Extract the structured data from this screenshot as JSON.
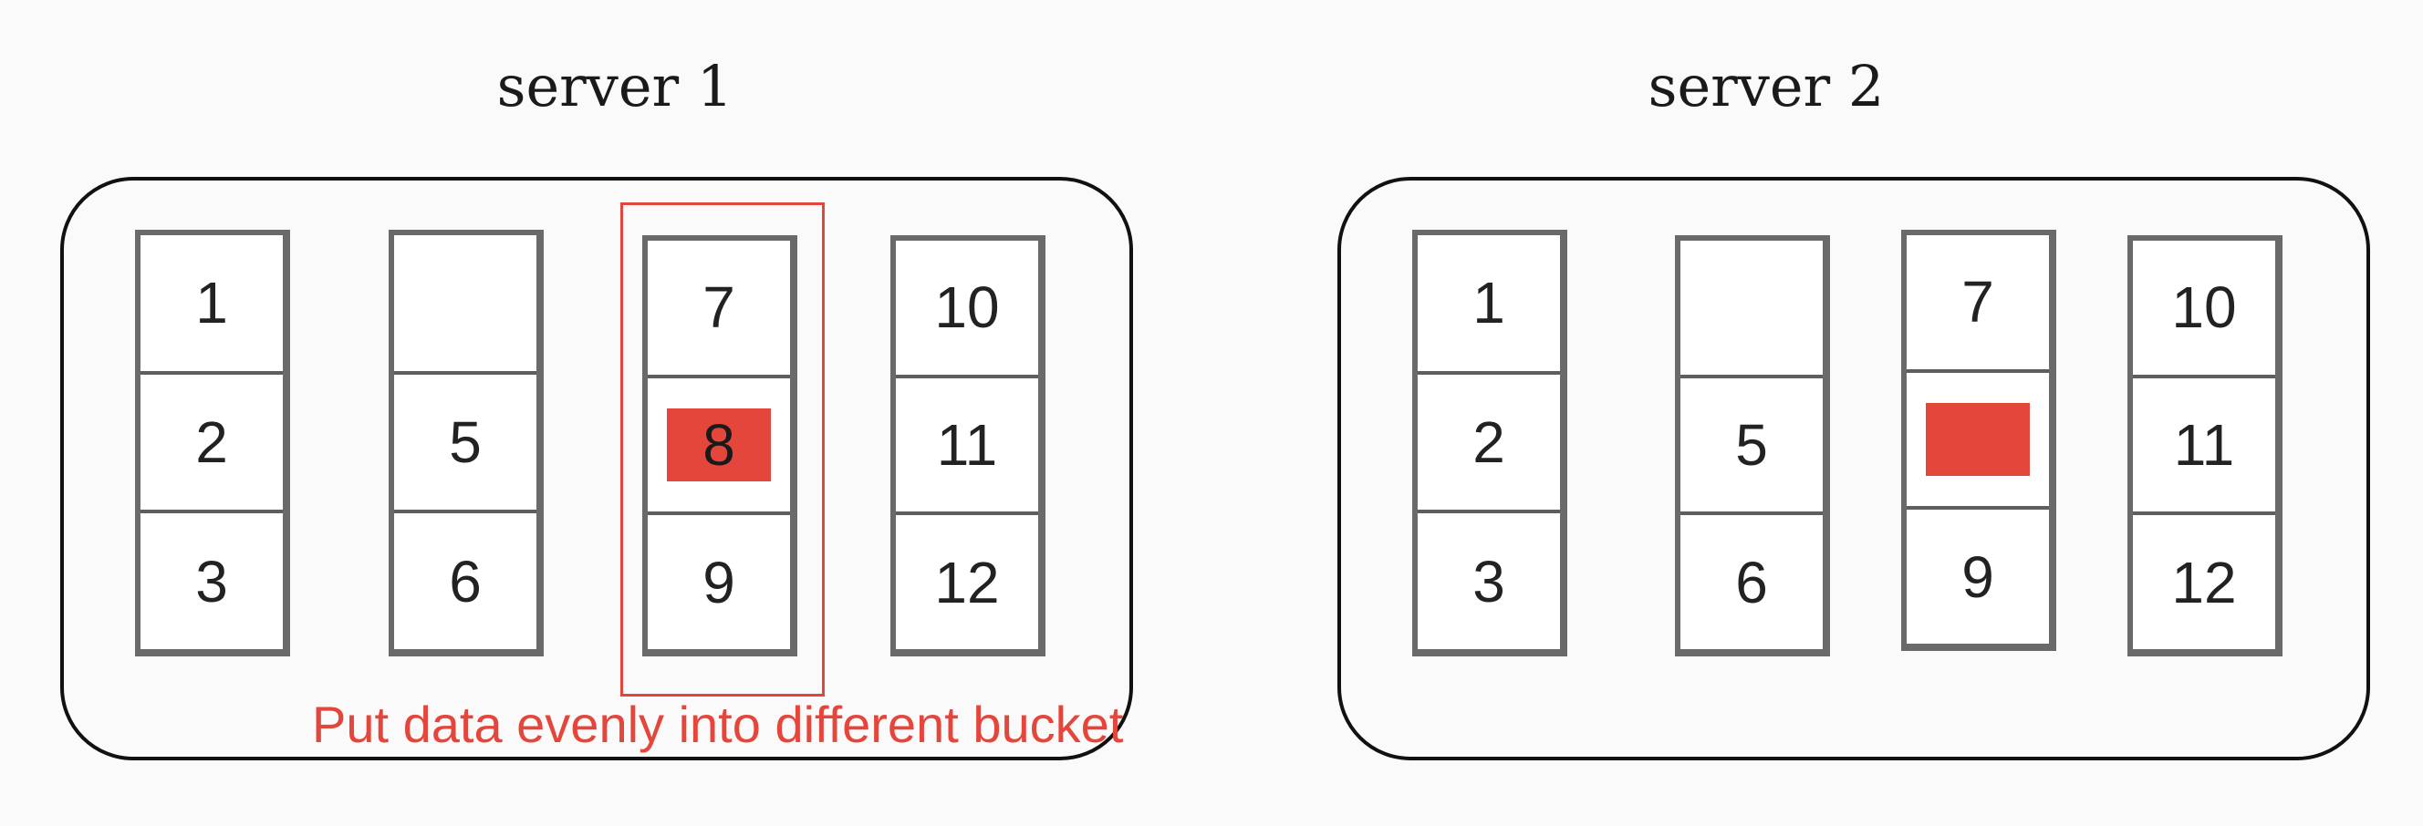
{
  "servers": [
    {
      "title": "server 1",
      "buckets": [
        {
          "cells": [
            "1",
            "2",
            "3"
          ]
        },
        {
          "cells": [
            "",
            "5",
            "6"
          ]
        },
        {
          "cells": [
            "7",
            "",
            "9"
          ],
          "data_block": "8"
        },
        {
          "cells": [
            "10",
            "11",
            "12"
          ]
        }
      ]
    },
    {
      "title": "server 2",
      "buckets": [
        {
          "cells": [
            "1",
            "2",
            "3"
          ]
        },
        {
          "cells": [
            "",
            "5",
            "6"
          ]
        },
        {
          "cells": [
            "7",
            "",
            "9"
          ],
          "data_block": ""
        },
        {
          "cells": [
            "10",
            "11",
            "12"
          ]
        }
      ]
    }
  ],
  "annotation": "Put data evenly into different bucket",
  "colors": {
    "accent": "#e5463b",
    "bucket_border": "#6a6a6a",
    "outline": "#111111"
  }
}
